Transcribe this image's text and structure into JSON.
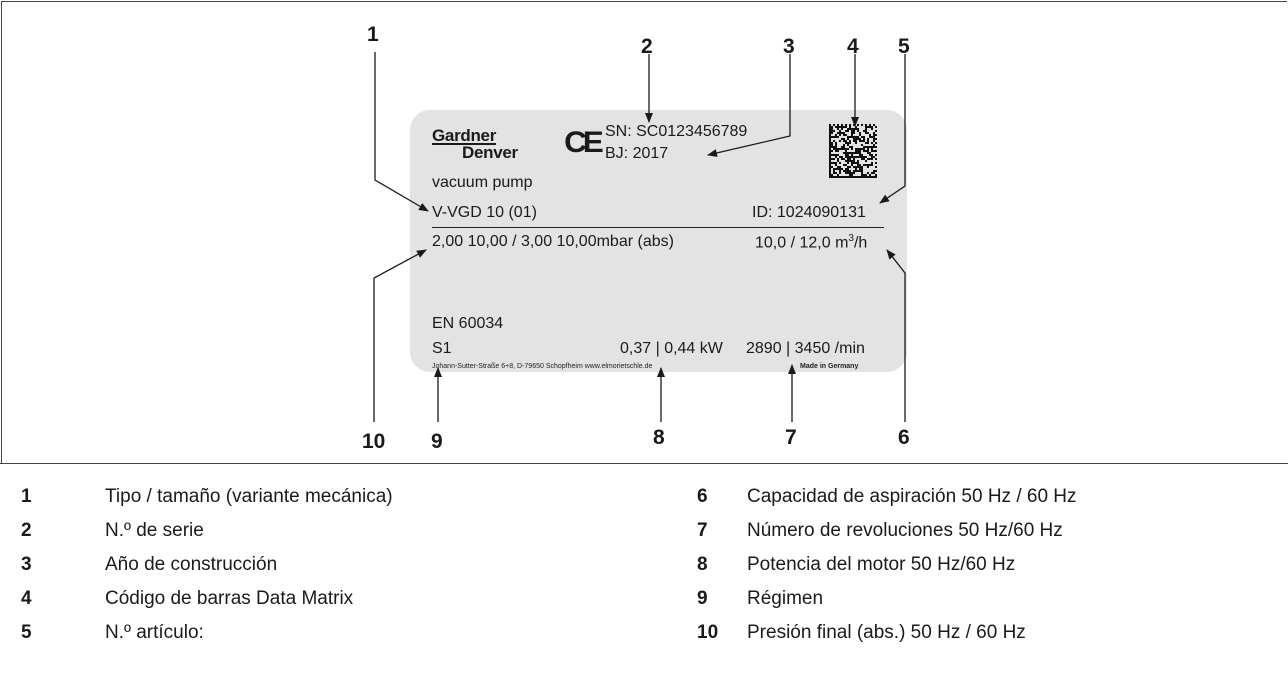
{
  "plate": {
    "logo_line1": "Gardner",
    "logo_line2": "Denver",
    "ce_mark": "CE",
    "serial": "SN: SC0123456789",
    "year": "BJ: 2017",
    "product": "vacuum pump",
    "type": "V-VGD 10 (01)",
    "id": "ID: 1024090131",
    "pressure": "2,00 10,00 / 3,00 10,00mbar (abs)",
    "capacity_prefix": "10,0 / 12,0 m",
    "capacity_sup": "3",
    "capacity_suffix": "/h",
    "standard": "EN 60034",
    "duty": "S1",
    "power": "0,37 | 0,44 kW",
    "speed": "2890 | 3450 /min",
    "address": "Johann-Sutter-Straße 6+8, D-79650 Schopfheim www.elmorietschle.de",
    "made_in": "Made in Germany"
  },
  "callouts": [
    "1",
    "2",
    "3",
    "4",
    "5",
    "6",
    "7",
    "8",
    "9",
    "10"
  ],
  "legend": [
    {
      "num": "1",
      "text": "Tipo / tamaño (variante mecánica)"
    },
    {
      "num": "2",
      "text": "N.º de serie"
    },
    {
      "num": "3",
      "text": "Año de construcción"
    },
    {
      "num": "4",
      "text": "Código de barras Data Matrix"
    },
    {
      "num": "5",
      "text": "N.º artículo:"
    },
    {
      "num": "6",
      "text": "Capacidad de aspiración 50 Hz / 60 Hz"
    },
    {
      "num": "7",
      "text": "Número de revoluciones 50 Hz/60 Hz"
    },
    {
      "num": "8",
      "text": "Potencia del motor 50 Hz/60 Hz"
    },
    {
      "num": "9",
      "text": "Régimen"
    },
    {
      "num": "10",
      "text": "Presión final (abs.) 50 Hz / 60 Hz"
    }
  ],
  "colors": {
    "plate": "#e3e3e3",
    "text": "#1a1a1a",
    "frame": "#444444"
  }
}
